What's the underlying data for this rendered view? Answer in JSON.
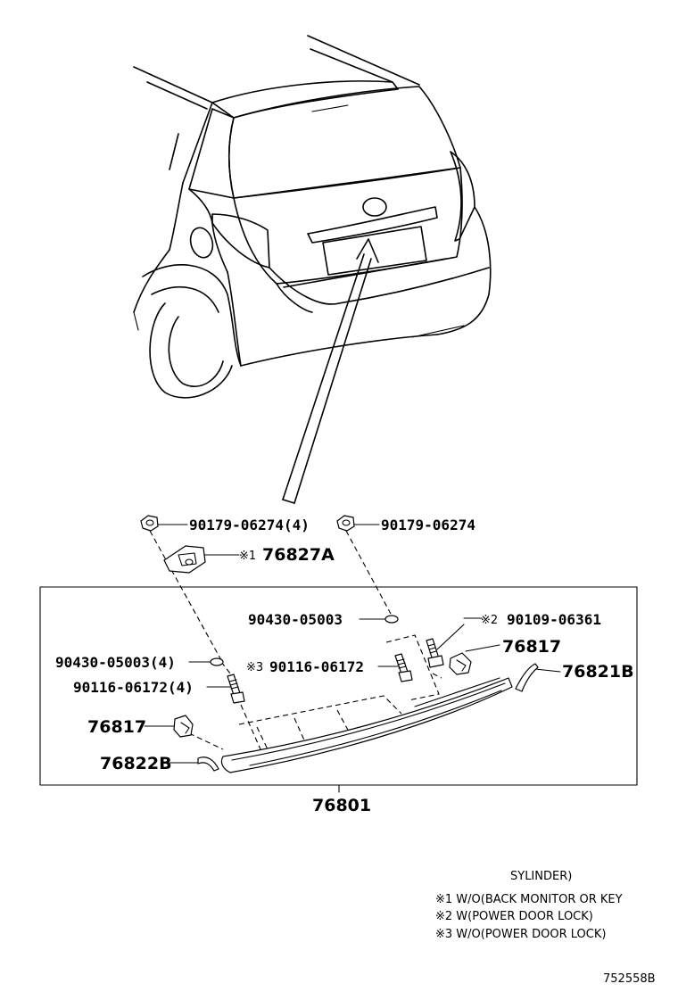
{
  "callouts": {
    "nut_top_left": "90179-06274(4)",
    "nut_top_right": "90179-06274",
    "camera_mark": "※1",
    "camera": "76827A",
    "washer_right": "90430-05003",
    "screw_right_mark": "※2",
    "screw_right": "90109-06361",
    "clip_right": "76817",
    "washer_left": "90430-05003(4)",
    "screw_mid_mark": "※3",
    "screw_mid": "90116-06172",
    "stud_left": "90116-06172(4)",
    "cap_right": "76821B",
    "clip_left": "76817",
    "cap_left": "76822B",
    "assembly": "76801"
  },
  "notes": {
    "note_cont": "SYLINDER)",
    "note1": "※1 W/O(BACK MONITOR OR KEY",
    "note2": "※2 W(POWER DOOR LOCK)",
    "note3": "※3 W/O(POWER DOOR LOCK)"
  },
  "figure_id": "752558B"
}
